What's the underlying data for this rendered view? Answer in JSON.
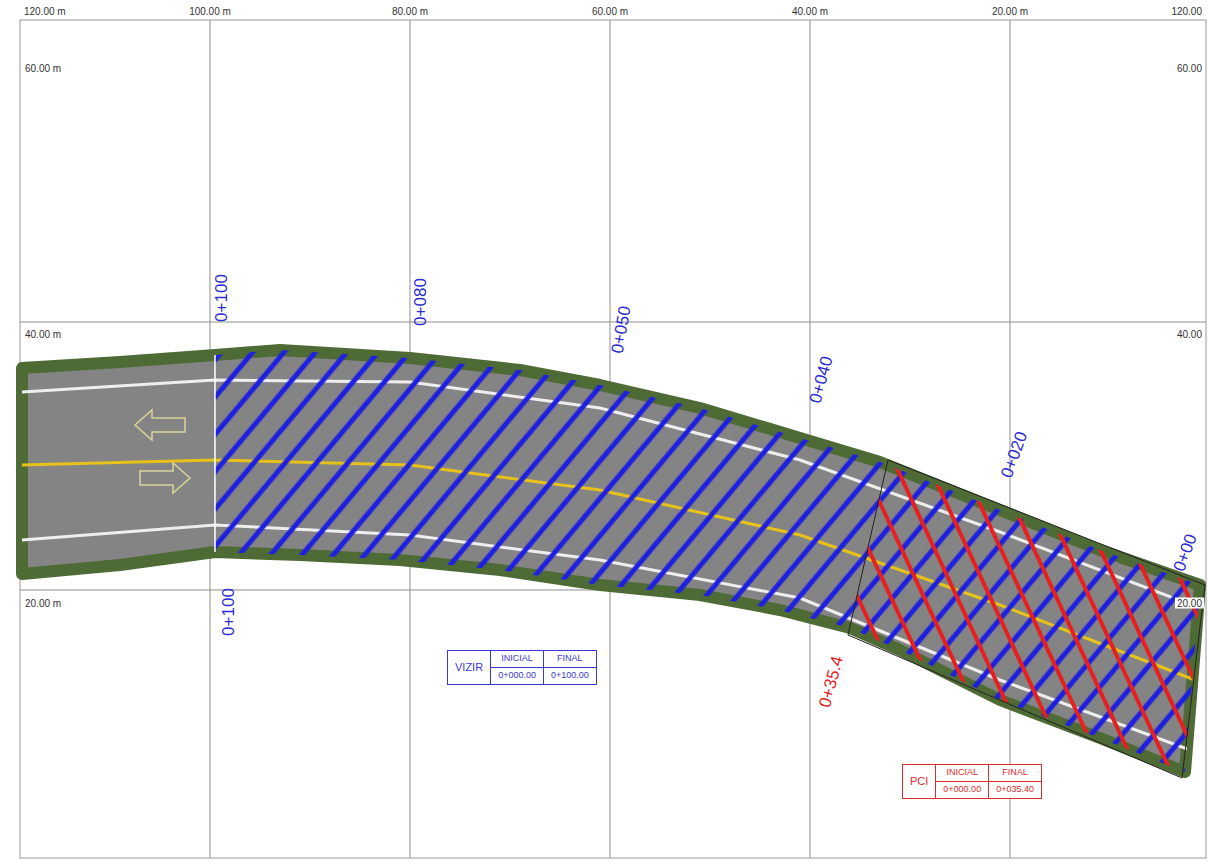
{
  "diagram": {
    "nodes": [
      {
        "text": [
          "VIZIR",
          "INICIAL",
          "FINAL",
          "0+000.00",
          "0+100.00"
        ]
      },
      {
        "text": [
          "PCI",
          "INICIAL",
          "FINAL",
          "0+000.00",
          "0+035.40"
        ]
      }
    ],
    "labels": [
      "120.00 m",
      "100.00 m",
      "80.00 m",
      "60.00 m",
      "40.00 m",
      "20.00 m",
      "120.00",
      "60.00 m",
      "40.00 m",
      "20.00 m",
      "60.00",
      "40.00",
      "20.00",
      "0+100",
      "0+080",
      "0+050",
      "0+040",
      "0+020",
      "0+00",
      "0+100",
      "0+35.4"
    ]
  }
}
